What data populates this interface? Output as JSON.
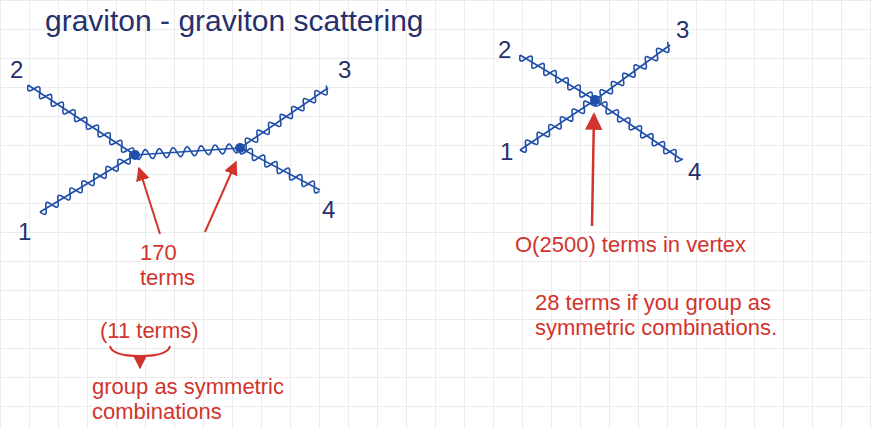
{
  "diagram": {
    "title": "graviton - graviton scattering",
    "labels": [
      "2",
      "3",
      "1",
      "4",
      "170 terms",
      "(11 terms)",
      "group as symmetric combinations",
      "2",
      "3",
      "1",
      "4",
      "O(2500) terms in vertex",
      "28 terms if you group as symmetric combinations."
    ]
  }
}
